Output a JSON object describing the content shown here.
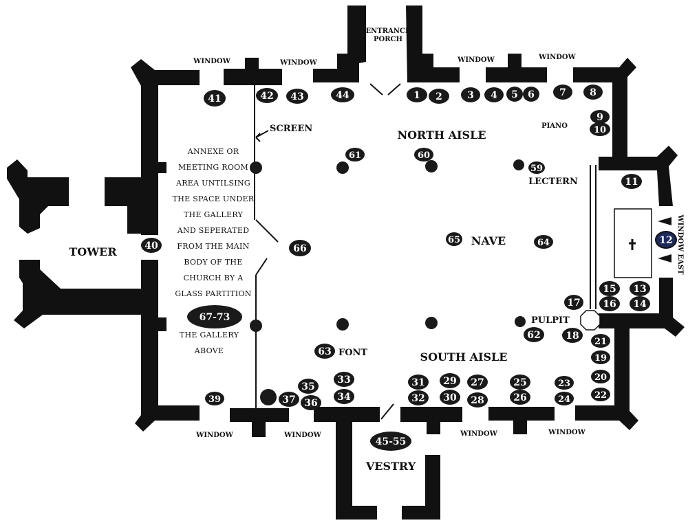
{
  "labels": {
    "entrance_1": "ENTRANCE",
    "entrance_2": "PORCH",
    "window": "WINDOW",
    "screen": "SCREEN",
    "north_aisle": "NORTH AISLE",
    "piano": "PIANO",
    "lectern": "LECTERN",
    "nave": "NAVE",
    "tower": "TOWER",
    "pulpit": "PULPIT",
    "font": "FONT",
    "south_aisle": "SOUTH AISLE",
    "vestry": "VESTRY",
    "window_east": "WINDOW EAST"
  },
  "annexe_note": [
    "ANNEXE OR",
    "MEETING ROOM",
    "AREA UNTILSING",
    "THE SPACE UNDER",
    "THE GALLERY",
    "AND SEPERATED",
    "FROM THE MAIN",
    "BODY  OF THE",
    "CHURCH BY A",
    "GLASS PARTITION"
  ],
  "gallery_note": [
    "THE GALLERY",
    "ABOVE"
  ],
  "badges": {
    "b1": "1",
    "b2": "2",
    "b3": "3",
    "b4": "4",
    "b5": "5",
    "b6": "6",
    "b7": "7",
    "b8": "8",
    "b9": "9",
    "b10": "10",
    "b11": "11",
    "b12": "12",
    "b13": "13",
    "b14": "14",
    "b15": "15",
    "b16": "16",
    "b17": "17",
    "b18": "18",
    "b19": "19",
    "b20": "20",
    "b21": "21",
    "b22": "22",
    "b23": "23",
    "b24": "24",
    "b25": "25",
    "b26": "26",
    "b27": "27",
    "b28": "28",
    "b29": "29",
    "b30": "30",
    "b31": "31",
    "b32": "32",
    "b33": "33",
    "b34": "34",
    "b35": "35",
    "b36": "36",
    "b37": "37",
    "b39": "39",
    "b40": "40",
    "b41": "41",
    "b42": "42",
    "b43": "43",
    "b44": "44",
    "b45_55": "45-55",
    "b59": "59",
    "b60": "60",
    "b61": "61",
    "b62": "62",
    "b63": "63",
    "b64": "64",
    "b65": "65",
    "b66": "66",
    "b67_73": "67-73"
  },
  "colors": {
    "ink": "#111111",
    "badge": "#1a1a1a",
    "badge_highlight": "#1c2a5c",
    "paper": "#ffffff"
  }
}
